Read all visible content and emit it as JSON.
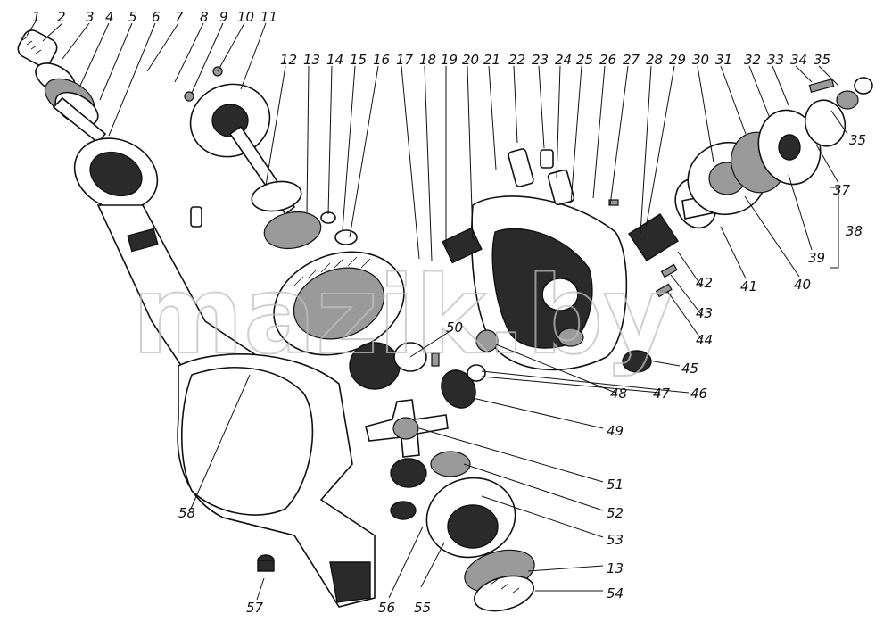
{
  "watermark": "mazik.by",
  "callouts": [
    {
      "id": "c1",
      "label": "1"
    },
    {
      "id": "c2",
      "label": "2"
    },
    {
      "id": "c3",
      "label": "3"
    },
    {
      "id": "c4",
      "label": "4"
    },
    {
      "id": "c5",
      "label": "5"
    },
    {
      "id": "c6",
      "label": "6"
    },
    {
      "id": "c7",
      "label": "7"
    },
    {
      "id": "c8",
      "label": "8"
    },
    {
      "id": "c9",
      "label": "9"
    },
    {
      "id": "c10",
      "label": "10"
    },
    {
      "id": "c11",
      "label": "11"
    },
    {
      "id": "c12",
      "label": "12"
    },
    {
      "id": "c13a",
      "label": "13"
    },
    {
      "id": "c14",
      "label": "14"
    },
    {
      "id": "c15",
      "label": "15"
    },
    {
      "id": "c16",
      "label": "16"
    },
    {
      "id": "c17",
      "label": "17"
    },
    {
      "id": "c18",
      "label": "18"
    },
    {
      "id": "c19",
      "label": "19"
    },
    {
      "id": "c20",
      "label": "20"
    },
    {
      "id": "c21",
      "label": "21"
    },
    {
      "id": "c22",
      "label": "22"
    },
    {
      "id": "c23",
      "label": "23"
    },
    {
      "id": "c24",
      "label": "24"
    },
    {
      "id": "c25",
      "label": "25"
    },
    {
      "id": "c26",
      "label": "26"
    },
    {
      "id": "c27",
      "label": "27"
    },
    {
      "id": "c28",
      "label": "28"
    },
    {
      "id": "c29",
      "label": "29"
    },
    {
      "id": "c30",
      "label": "30"
    },
    {
      "id": "c31",
      "label": "31"
    },
    {
      "id": "c32",
      "label": "32"
    },
    {
      "id": "c33",
      "label": "33"
    },
    {
      "id": "c34",
      "label": "34"
    },
    {
      "id": "c35a",
      "label": "35"
    },
    {
      "id": "c35b",
      "label": "35"
    },
    {
      "id": "c37",
      "label": "37"
    },
    {
      "id": "c38",
      "label": "38"
    },
    {
      "id": "c39",
      "label": "39"
    },
    {
      "id": "c40",
      "label": "40"
    },
    {
      "id": "c41",
      "label": "41"
    },
    {
      "id": "c42",
      "label": "42"
    },
    {
      "id": "c43",
      "label": "43"
    },
    {
      "id": "c44",
      "label": "44"
    },
    {
      "id": "c45",
      "label": "45"
    },
    {
      "id": "c46",
      "label": "46"
    },
    {
      "id": "c47",
      "label": "47"
    },
    {
      "id": "c48",
      "label": "48"
    },
    {
      "id": "c49",
      "label": "49"
    },
    {
      "id": "c50",
      "label": "50"
    },
    {
      "id": "c51",
      "label": "51"
    },
    {
      "id": "c52",
      "label": "52"
    },
    {
      "id": "c53",
      "label": "53"
    },
    {
      "id": "c13b",
      "label": "13"
    },
    {
      "id": "c54",
      "label": "54"
    },
    {
      "id": "c55",
      "label": "55"
    },
    {
      "id": "c56",
      "label": "56"
    },
    {
      "id": "c57",
      "label": "57"
    },
    {
      "id": "c58",
      "label": "58"
    }
  ]
}
